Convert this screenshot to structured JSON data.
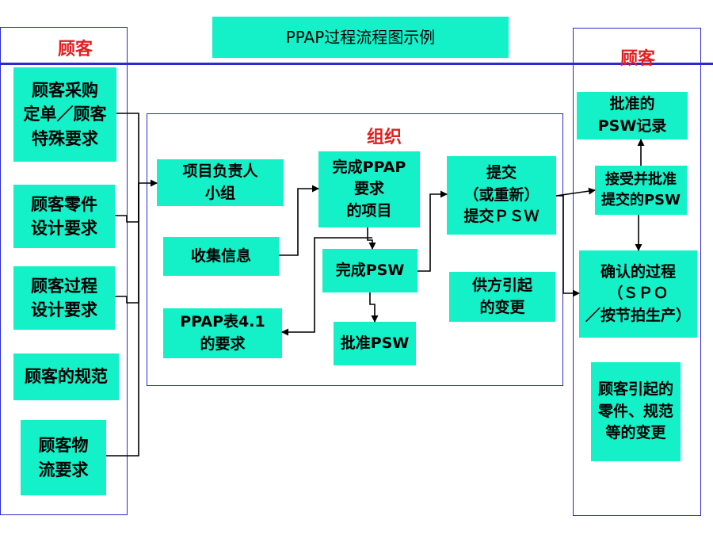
{
  "title": "PPAP过程流程图示例",
  "left_panel": {
    "header": "顾客",
    "items": [
      "顾客采购\n定单／顾客\n特殊要求",
      "顾客零件\n设计要求",
      "顾客过程\n设计要求",
      "顾客的规范",
      "顾客物\n流要求"
    ]
  },
  "org_panel": {
    "header": "组织",
    "team": "项目负责人\n小组",
    "collect": "收集信息",
    "ppap_req": "PPAP表4.1\n的要求",
    "complete_ppap": "完成PPAP\n要求\n的项目",
    "complete_psw": "完成PSW",
    "approve_psw": "批准PSW",
    "submit": "提交\n（或重新）\n提交ＰＳＷ",
    "supplier_change": "供方引起\n的变更"
  },
  "right_panel": {
    "header": "顾客",
    "record": "批准的\nPSW记录",
    "accept": "接受并批准\n提交的PSW",
    "confirm": "确认的过程\n（ＳＰＯ\n／按节拍生产）",
    "customer_change": "顾客引起的\n零件、规范\n等的变更"
  },
  "colors": {
    "box_fill": "#14f0c8",
    "frame": "#2a2ad0",
    "header_text": "#e02020",
    "rule": "#2a2ad0"
  }
}
